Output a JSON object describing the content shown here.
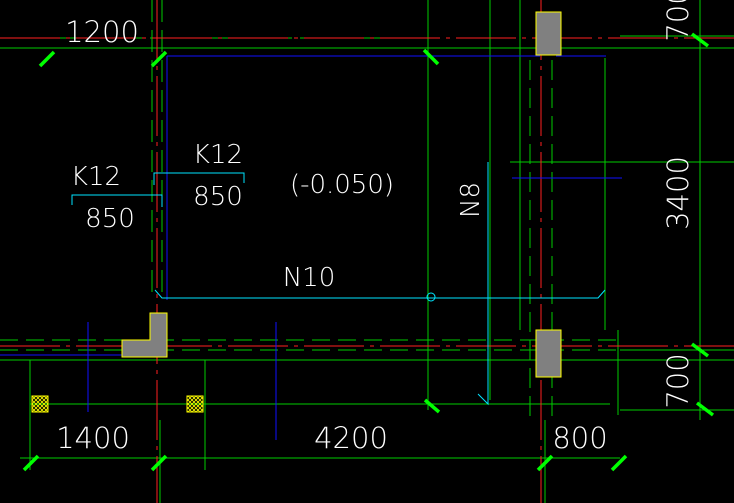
{
  "drawing": {
    "dimensions": {
      "top_span": "1200",
      "bottom_spans": [
        "1400",
        "4200",
        "800"
      ],
      "right_spans": [
        "700",
        "3400",
        "700"
      ]
    },
    "annotations": {
      "slab_elevation": "(-0.050)",
      "beam_label_left": "K12",
      "beam_value_left": "850",
      "beam_label_mid": "K12",
      "beam_value_mid": "850",
      "rebar_horizontal": "N10",
      "rebar_vertical": "N8"
    },
    "colors": {
      "background": "#000000",
      "axis_line": "#ff2020",
      "grid_line": "#00ff00",
      "dimension_tick": "#00ff00",
      "outline": "#0000ff",
      "rebar": "#00ffff",
      "column_fill": "#808080",
      "column_edge": "#ffff00",
      "text": "#ffffff"
    }
  }
}
